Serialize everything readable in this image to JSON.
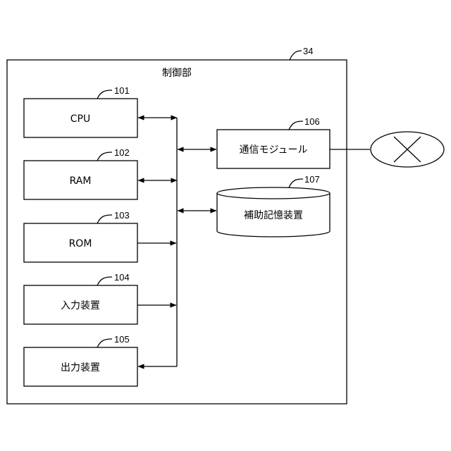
{
  "diagram": {
    "outer": {
      "title": "制御部",
      "ref": "34"
    },
    "blocks": {
      "cpu": {
        "label": "CPU",
        "ref": "101"
      },
      "ram": {
        "label": "RAM",
        "ref": "102"
      },
      "rom": {
        "label": "ROM",
        "ref": "103"
      },
      "input": {
        "label": "入力装置",
        "ref": "104"
      },
      "output": {
        "label": "出力装置",
        "ref": "105"
      },
      "comm": {
        "label": "通信モジュール",
        "ref": "106"
      },
      "storage": {
        "label": "補助記憶装置",
        "ref": "107"
      }
    }
  }
}
